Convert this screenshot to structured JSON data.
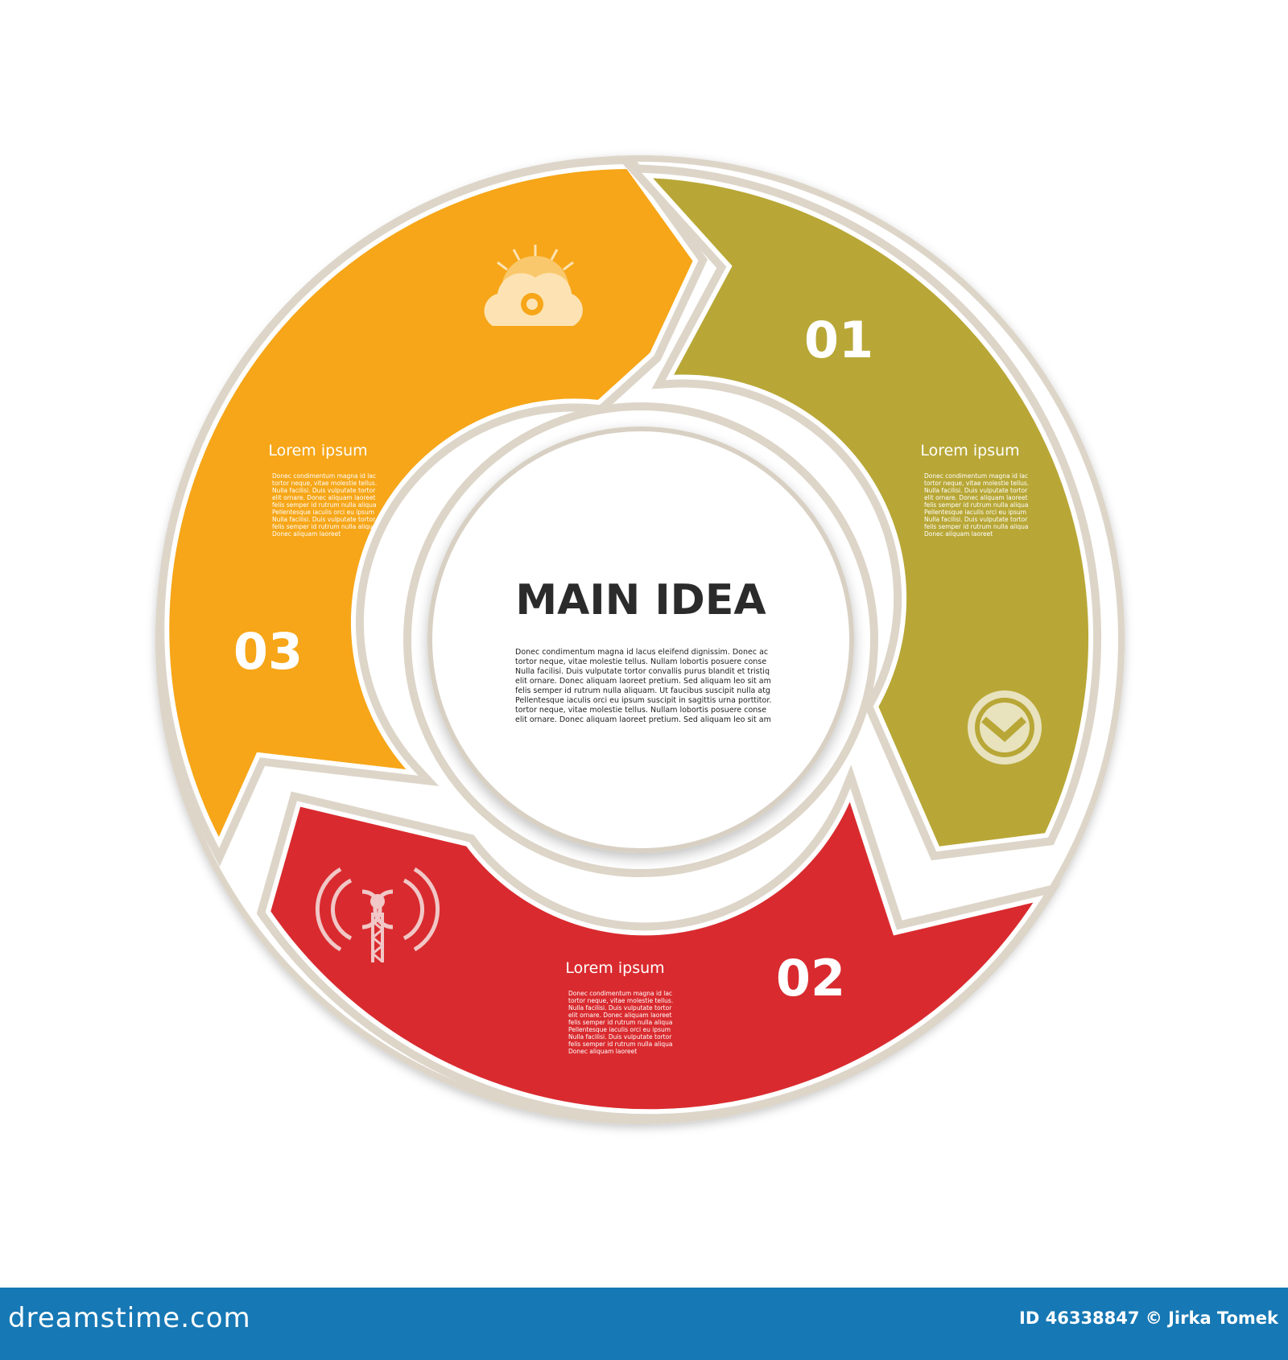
{
  "center": {
    "title": "MAIN IDEA",
    "body": [
      "Donec condimentum magna id lacus eleifend dignissim. Donec ac",
      "tortor neque, vitae molestie tellus. Nullam lobortis posuere  conse",
      "Nulla facilisi. Duis vulputate tortor convallis purus blandit et tristiq",
      "elit ornare. Donec aliquam laoreet pretium. Sed aliquam leo sit am",
      "felis semper id rutrum nulla aliquam. Ut faucibus suscipit nulla atg",
      "Pellentesque iaculis orci eu ipsum suscipit in sagittis urna porttitor.",
      "tortor neque, vitae molestie tellus. Nullam lobortis posuere  conse",
      "elit ornare. Donec aliquam laoreet pretium. Sed aliquam leo sit am"
    ]
  },
  "segments": [
    {
      "number": "01",
      "heading": "Lorem ipsum",
      "color": "#b8a736",
      "icon": "clock-icon",
      "body": [
        "Donec condimentum magna id lac",
        "tortor neque, vitae molestie tellus.",
        "Nulla facilisi. Duis vulputate tortor",
        "elit ornare. Donec aliquam laoreet",
        "felis semper id rutrum nulla aliqua",
        "Pellentesque iaculis orci eu ipsum",
        "Nulla facilisi. Duis vulputate tortor",
        "felis semper id rutrum nulla aliqua",
        "Donec aliquam laoreet"
      ]
    },
    {
      "number": "02",
      "heading": "Lorem ipsum",
      "color": "#d92b2f",
      "icon": "antenna-tower-icon",
      "body": [
        "Donec condimentum magna id lac",
        "tortor neque, vitae molestie tellus.",
        "Nulla facilisi. Duis vulputate tortor",
        "elit ornare. Donec aliquam laoreet",
        "felis semper id rutrum nulla aliqua",
        "Pellentesque iaculis orci eu ipsum",
        "Nulla facilisi. Duis vulputate tortor",
        "felis semper id rutrum nulla aliqua",
        "Donec aliquam laoreet"
      ]
    },
    {
      "number": "03",
      "heading": "Lorem ipsum",
      "color": "#f6a618",
      "icon": "sun-cloud-icon",
      "body": [
        "Donec condimentum magna id lac",
        "tortor neque, vitae molestie tellus.",
        "Nulla facilisi. Duis vulputate tortor",
        "elit ornare. Donec aliquam laoreet",
        "felis semper id rutrum nulla aliqua",
        "Pellentesque iaculis orci eu ipsum",
        "Nulla facilisi. Duis vulputate tortor",
        "felis semper id rutrum nulla aliqua",
        "Donec aliquam laoreet"
      ]
    }
  ],
  "footer": {
    "brand": "dreamstime.com",
    "credit": "ID 46338847 © Jirka Tomek",
    "bar_color": "#1678b4"
  }
}
